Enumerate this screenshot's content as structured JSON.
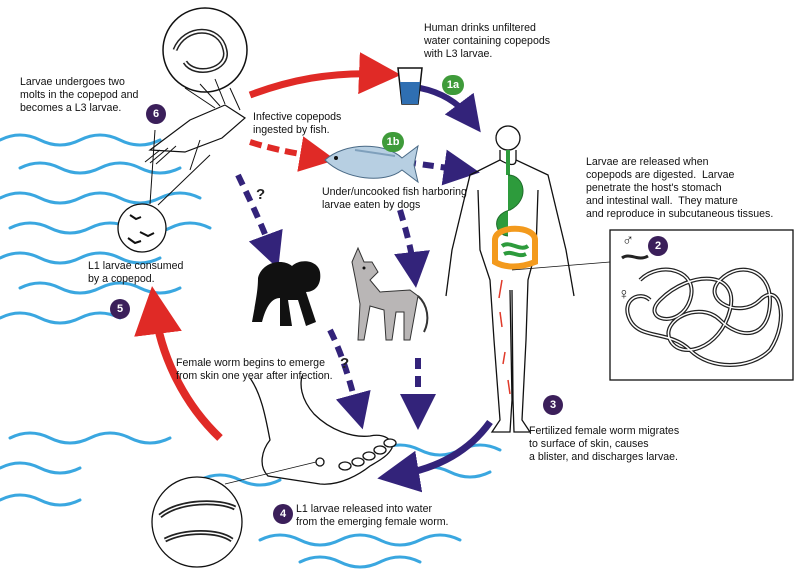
{
  "labels": {
    "drinks": "Human drinks unfiltered\nwater containing copepods\nwith L3 larvae.",
    "molts": "Larvae undergoes two\nmolts in the copepod and\nbecomes a L3 larvae.",
    "infective": "Infective copepods\ningested by fish.",
    "fish_dogs": "Under/uncooked fish harboring\nlarvae eaten by dogs",
    "released": "Larvae are released when\ncopepods are digested.  Larvae\npenetrate the host's stomach\nand intestinal wall.  They mature\nand reproduce in subcutaneous tissues.",
    "l1_consumed": "L1 larvae consumed\nby a copepod.",
    "female_emerge": "Female worm begins to emerge\nfrom skin one year after infection.",
    "fertilized": "Fertilized female worm migrates\nto surface of skin, causes\na blister, and discharges larvae.",
    "l1_released": "L1 larvae released into water\nfrom the emerging female worm."
  },
  "steps": {
    "s1a": "1a",
    "s1b": "1b",
    "s2": "2",
    "s3": "3",
    "s4": "4",
    "s5": "5",
    "s6": "6"
  },
  "question_marks": [
    "?",
    "?"
  ],
  "symbols": {
    "male": "♂",
    "female": "♀"
  },
  "colors": {
    "red_arrow": "#e02a26",
    "purple_arrow": "#33237a",
    "dark_badge": "#3b1f5a",
    "green_badge": "#3f9b3a",
    "water": "#3aa7e0",
    "gut_green": "#2d9b3c",
    "gut_orange": "#f39a1d",
    "worm_red": "#e03a2a"
  },
  "icons": [
    "copepod-icon",
    "water-glass-icon",
    "fish-icon",
    "human-body-icon",
    "dog-icon",
    "baboon-icon",
    "foot-icon",
    "worm-coil-icon",
    "larvae-magnifier-icon",
    "water-waves-icon"
  ]
}
